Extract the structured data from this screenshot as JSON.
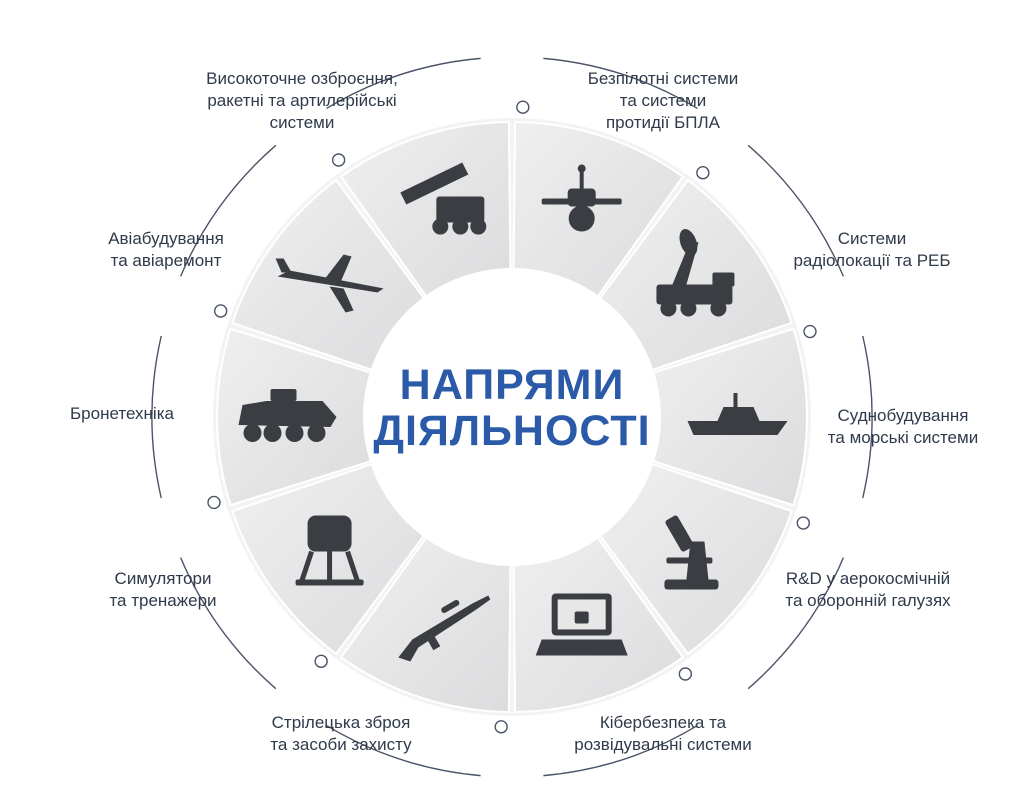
{
  "title": "НАПРЯМИ\nДІЯЛЬНОСТІ",
  "colors": {
    "title": "#2a5aa8",
    "label_text": "#2f3a4a",
    "orbit_line": "#4a5468",
    "segment_fill": "#e7e7e8",
    "segment_shade": "#d6d6d8",
    "icon_fill": "#3a3d42"
  },
  "directions": [
    {
      "label": "Безпілотні системи\nта системи\nпротидії БПЛА",
      "icon": "drone-icon"
    },
    {
      "label": "Системи\nрадіолокації та РЕБ",
      "icon": "radar-truck-icon"
    },
    {
      "label": "Суднобудування\nта морські системи",
      "icon": "boat-icon"
    },
    {
      "label": "R&D у аерокосмічній\nта оборонній галузях",
      "icon": "microscope-icon"
    },
    {
      "label": "Кібербезпека та\nрозвідувальні системи",
      "icon": "secure-laptop-icon"
    },
    {
      "label": "Стрілецька зброя\nта засоби захисту",
      "icon": "rifle-icon"
    },
    {
      "label": "Симулятори\nта тренажери",
      "icon": "simulator-icon"
    },
    {
      "label": "Бронетехніка",
      "icon": "armored-vehicle-icon"
    },
    {
      "label": "Авіабудування\nта авіаремонт",
      "icon": "airplane-icon"
    },
    {
      "label": "Високоточне озброєння,\nракетні та артилерійські\nсистеми",
      "icon": "rocket-launcher-icon"
    }
  ]
}
